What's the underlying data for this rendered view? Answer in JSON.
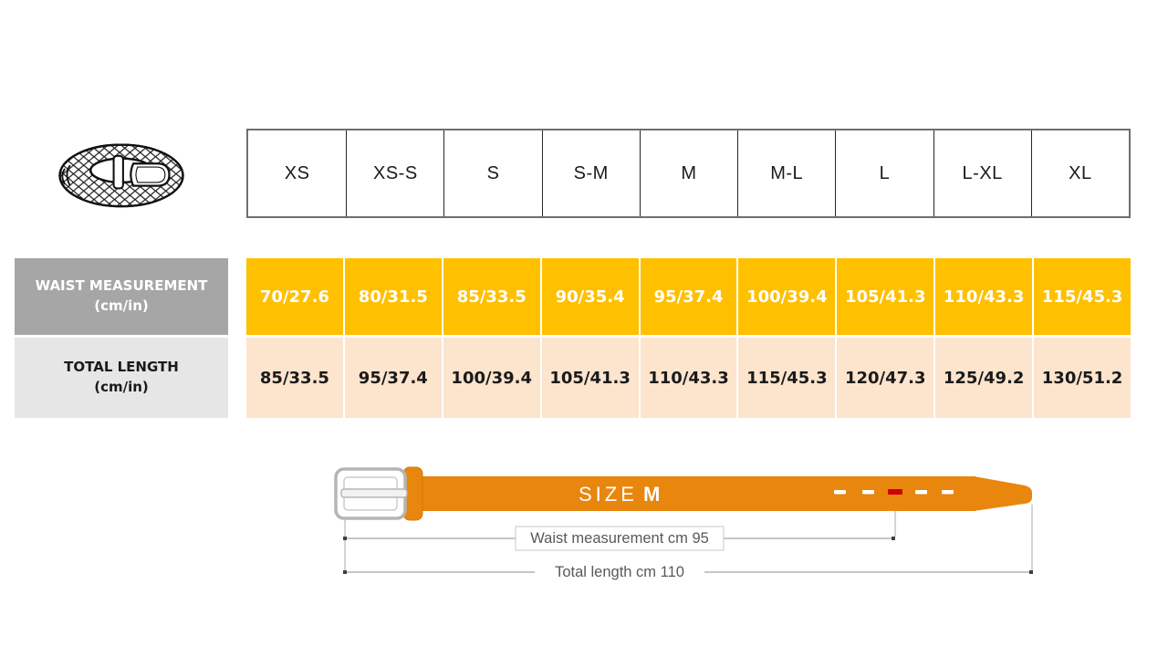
{
  "chart_data": {
    "type": "table",
    "title": "Belt size chart (waist measurement and total length per size)",
    "columns": [
      "XS",
      "XS-S",
      "S",
      "S-M",
      "M",
      "M-L",
      "L",
      "L-XL",
      "XL"
    ],
    "rows": [
      {
        "label": "WAIST MEASUREMENT (cm/in)",
        "values": [
          "70/27.6",
          "80/31.5",
          "85/33.5",
          "90/35.4",
          "95/37.4",
          "100/39.4",
          "105/41.3",
          "110/43.3",
          "115/45.3"
        ]
      },
      {
        "label": "TOTAL LENGTH (cm/in)",
        "values": [
          "85/33.5",
          "95/37.4",
          "100/39.4",
          "105/41.3",
          "110/43.3",
          "115/45.3",
          "120/47.3",
          "125/49.2",
          "130/51.2"
        ]
      }
    ]
  },
  "table": {
    "row_labels": [
      {
        "title": "WAIST MEASUREMENT",
        "unit": "(cm/in)"
      },
      {
        "title": "TOTAL LENGTH",
        "unit": "(cm/in)"
      }
    ]
  },
  "diagram": {
    "size_label": "SIZE",
    "size_value": "M",
    "waist_annotation": "Waist measurement cm 95",
    "total_annotation": "Total length cm 110"
  },
  "colors": {
    "table_gold": "#FFC000",
    "table_peach": "#FCE4CD",
    "label_gray": "#A6A6A6",
    "label_light_gray": "#E7E6E6",
    "belt_orange": "#E8860D",
    "hole_red": "#CC0000",
    "dimension_gray": "#595959"
  }
}
